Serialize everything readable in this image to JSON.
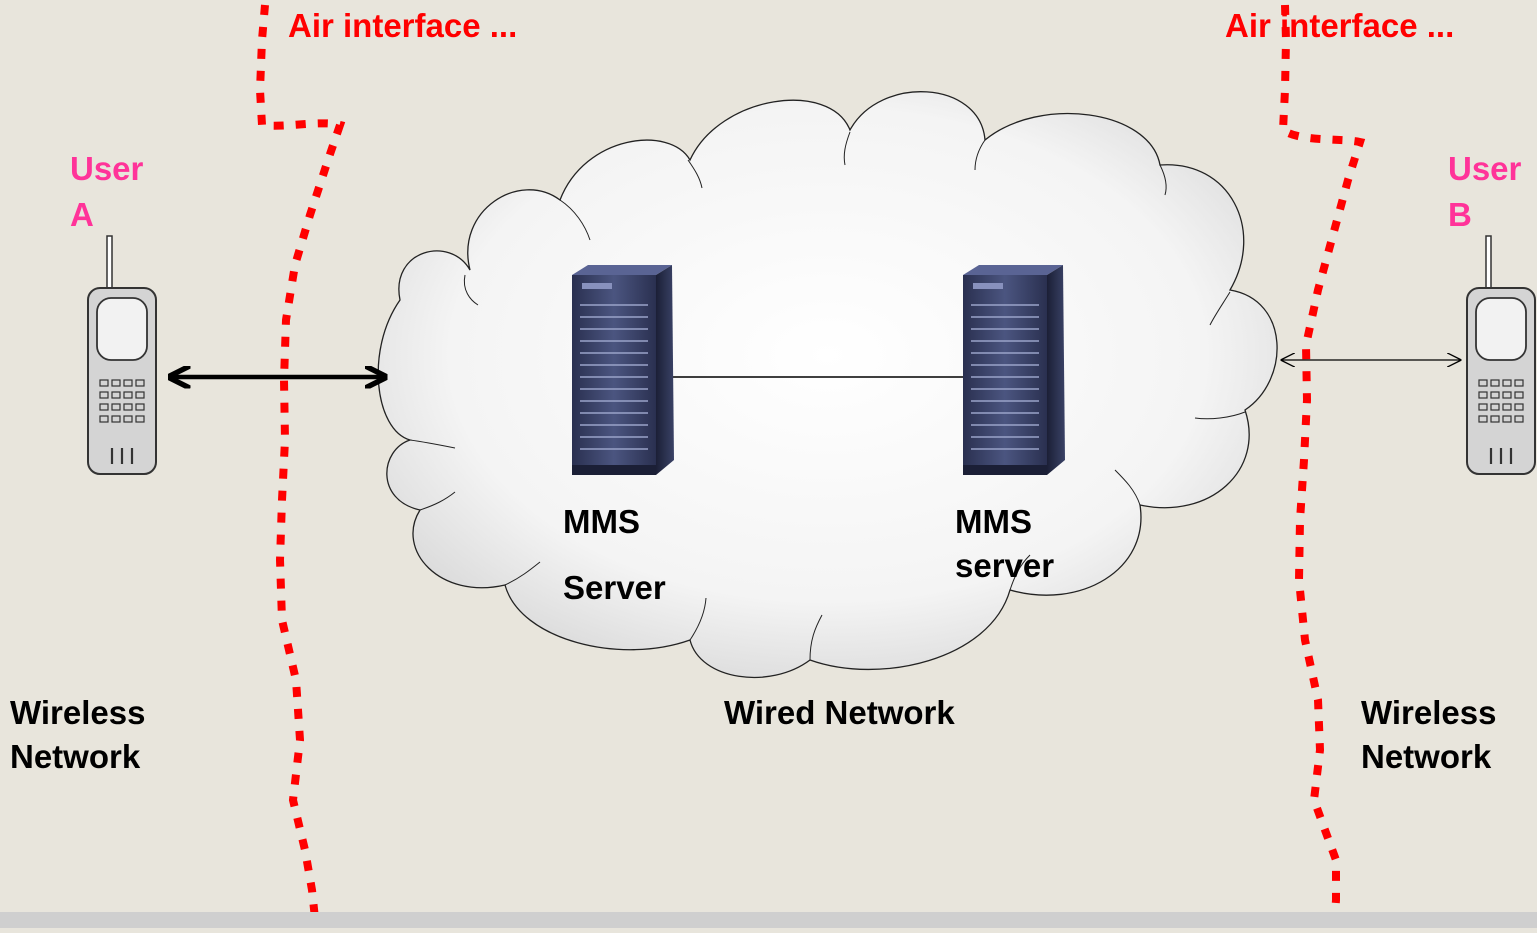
{
  "labels": {
    "air_left": "Air interface ...",
    "air_right": "Air interface ...",
    "user_a_line1": "User",
    "user_a_line2": "A",
    "user_b_line1": "User",
    "user_b_line2": "B",
    "server_left_line1": "MMS",
    "server_left_line2": "Server",
    "server_right_line1": "MMS",
    "server_right_line2": "server",
    "wired_network": "Wired Network",
    "wireless_left_line1": "Wireless",
    "wireless_left_line2": "Network",
    "wireless_right_line1": "Wireless",
    "wireless_right_line2": "Network"
  },
  "colors": {
    "background": "#e8e5dc",
    "boundary": "#ff0000",
    "user_label": "#ff3399",
    "text": "#000000",
    "server_body": "#3a4266"
  },
  "icons": {
    "phone": "mobile-phone-icon",
    "server": "server-tower-icon"
  }
}
